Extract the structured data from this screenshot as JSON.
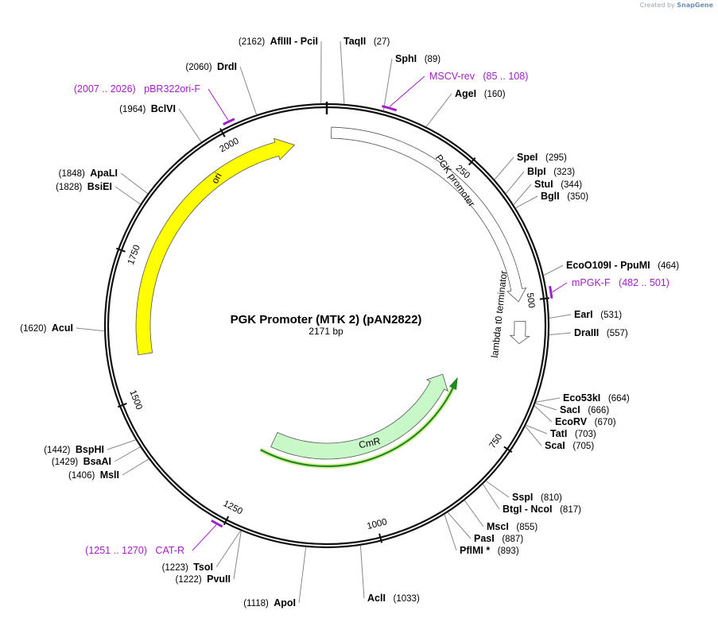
{
  "credit": {
    "prefix": "Created by",
    "brand": "SnapGene"
  },
  "plasmid": {
    "title": "PGK Promoter (MTK 2) (pAN2822)",
    "length_label": "2171 bp",
    "total_bp": 2171
  },
  "ticks": [
    {
      "bp": 250,
      "label": "250"
    },
    {
      "bp": 500,
      "label": "500"
    },
    {
      "bp": 750,
      "label": "750"
    },
    {
      "bp": 1000,
      "label": "1000"
    },
    {
      "bp": 1250,
      "label": "1250"
    },
    {
      "bp": 1500,
      "label": "1500"
    },
    {
      "bp": 1750,
      "label": "1750"
    },
    {
      "bp": 2000,
      "label": "2000"
    }
  ],
  "sites": [
    {
      "name": "AflIII  -  PciI",
      "pos": "(2162)",
      "bp": 2162
    },
    {
      "name": "TaqII",
      "pos": "(27)",
      "bp": 27
    },
    {
      "name": "SphI",
      "pos": "(89)",
      "bp": 89
    },
    {
      "name": "AgeI",
      "pos": "(160)",
      "bp": 160
    },
    {
      "name": "SpeI",
      "pos": "(295)",
      "bp": 295
    },
    {
      "name": "BlpI",
      "pos": "(323)",
      "bp": 323
    },
    {
      "name": "StuI",
      "pos": "(344)",
      "bp": 344
    },
    {
      "name": "BglI",
      "pos": "(350)",
      "bp": 350
    },
    {
      "name": "EcoO109I  -  PpuMI",
      "pos": "(464)",
      "bp": 464
    },
    {
      "name": "EarI",
      "pos": "(531)",
      "bp": 531
    },
    {
      "name": "DraIII",
      "pos": "(557)",
      "bp": 557
    },
    {
      "name": "Eco53kI",
      "pos": "(664)",
      "bp": 664
    },
    {
      "name": "SacI",
      "pos": "(666)",
      "bp": 666
    },
    {
      "name": "EcoRV",
      "pos": "(670)",
      "bp": 670
    },
    {
      "name": "TatI",
      "pos": "(703)",
      "bp": 703
    },
    {
      "name": "ScaI",
      "pos": "(705)",
      "bp": 705
    },
    {
      "name": "SspI",
      "pos": "(810)",
      "bp": 810
    },
    {
      "name": "BtgI  -  NcoI",
      "pos": "(817)",
      "bp": 817
    },
    {
      "name": "MscI",
      "pos": "(855)",
      "bp": 855
    },
    {
      "name": "PasI",
      "pos": "(887)",
      "bp": 887
    },
    {
      "name": "PflMI *",
      "pos": "(893)",
      "bp": 893
    },
    {
      "name": "AclI",
      "pos": "(1033)",
      "bp": 1033
    },
    {
      "name": "ApoI",
      "pos": "(1118)",
      "bp": 1118
    },
    {
      "name": "PvuII",
      "pos": "(1222)",
      "bp": 1222
    },
    {
      "name": "TsoI",
      "pos": "(1223)",
      "bp": 1223
    },
    {
      "name": "MslI",
      "pos": "(1406)",
      "bp": 1406
    },
    {
      "name": "BsaAI",
      "pos": "(1429)",
      "bp": 1429
    },
    {
      "name": "BspHI",
      "pos": "(1442)",
      "bp": 1442
    },
    {
      "name": "AcuI",
      "pos": "(1620)",
      "bp": 1620
    },
    {
      "name": "BsiEI",
      "pos": "(1828)",
      "bp": 1828
    },
    {
      "name": "ApaLI",
      "pos": "(1848)",
      "bp": 1848
    },
    {
      "name": "BclVI",
      "pos": "(1964)",
      "bp": 1964
    },
    {
      "name": "DrdI",
      "pos": "(2060)",
      "bp": 2060
    }
  ],
  "primers": [
    {
      "name": "MSCV-rev",
      "range": "(85 .. 108)",
      "start": 85,
      "end": 108
    },
    {
      "name": "mPGK-F",
      "range": "(482 .. 501)",
      "start": 482,
      "end": 501
    },
    {
      "name": "CAT-R",
      "range": "(1251 .. 1270)",
      "start": 1251,
      "end": 1270
    },
    {
      "name": "pBR322ori-F",
      "range": "(2007 .. 2026)",
      "start": 2007,
      "end": 2026
    }
  ],
  "features": [
    {
      "name": "PGK promoter",
      "start": 1,
      "end": 500,
      "strand": "forward",
      "color": "#ffffff"
    },
    {
      "name": "lambda t0 terminator",
      "start": 510,
      "end": 601,
      "strand": "forward",
      "color": "#ffffff"
    },
    {
      "name": "CmR",
      "start": 650,
      "end": 1309,
      "strand": "reverse",
      "color": "#c8f7c8"
    },
    {
      "name": "ori",
      "start": 1531,
      "end": 2119,
      "strand": "reverse",
      "color": "#ffff00"
    }
  ],
  "colors": {
    "backbone": "#111111",
    "primer": "#a020c8",
    "cmr_highlight": "#1f8a1f",
    "leader": "#888888"
  }
}
